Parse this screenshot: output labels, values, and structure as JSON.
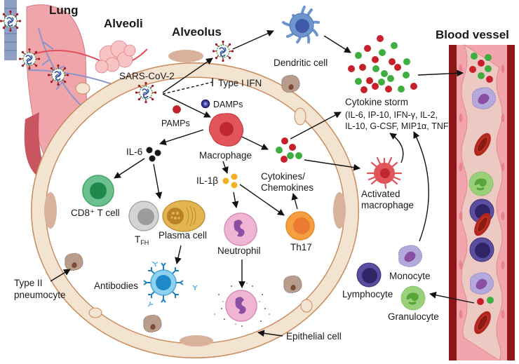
{
  "headers": {
    "lung": "Lung",
    "alveoli": "Alveoli",
    "alveolus": "Alveolus",
    "blood_vessel": "Blood vessel"
  },
  "labels": {
    "sars_cov_2": "SARS-CoV-2",
    "type_i_ifn": "Type I IFN",
    "damps": "DAMPs",
    "pamps": "PAMPs",
    "macrophage": "Macrophage",
    "il6": "IL-6",
    "il1b": "IL-1β",
    "cd8_t_cell": "CD8⁺ T cell",
    "tfh_main": "T",
    "tfh_sub": "FH",
    "plasma_cell": "Plasma cell",
    "neutrophil": "Neutrophil",
    "th17": "Th17",
    "cytokines_line1": "Cytokines/",
    "cytokines_line2": "Chemokines",
    "activated_line1": "Activated",
    "activated_line2": "macrophage",
    "dendritic_cell": "Dendritic cell",
    "cytokine_storm": "Cytokine storm",
    "storm_list_line1": "(IL-6, IP-10, IFN-γ, IL-2,",
    "storm_list_line2": "IL-10, G-CSF, MIP1α, TNF)",
    "antibodies": "Antibodies",
    "type_ii_line1": "Type II",
    "type_ii_line2": "pneumocyte",
    "epithelial_cell": "Epithelial cell",
    "monocyte": "Monocyte",
    "lymphocyte": "Lymphocyte",
    "granulocyte": "Granulocyte"
  },
  "colors": {
    "cytokine_red": "#c8202a",
    "cytokine_green": "#3dae3f",
    "macrophage": "#e0545a",
    "membrane_fill": "#f3e3d1",
    "membrane_stroke": "#c98a5a",
    "vessel_dark": "#8e1518",
    "vessel_pink": "#f3a5ad",
    "vessel_lumen": "#ecc9c3",
    "cd8": "#6cc08e",
    "tfh": "#bdbdbd",
    "plasma": "#e3b552",
    "neutrophil": "#f0b4d4",
    "th17": "#f4a040",
    "dendritic": "#6f95cf",
    "lymphocyte": "#4b3f8a",
    "monocyte": "#b3a9da",
    "granulocyte": "#9bd07b",
    "antibody_cell": "#5cb7e3"
  }
}
